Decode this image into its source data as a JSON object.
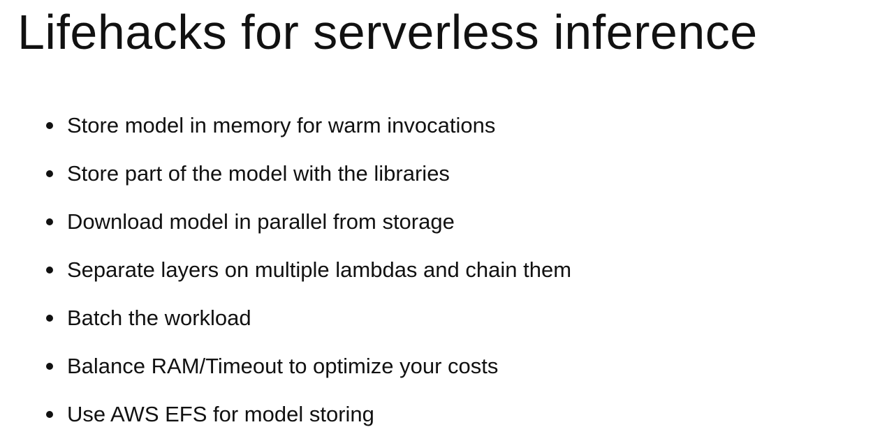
{
  "slide": {
    "title": "Lifehacks for serverless inference",
    "bullets": [
      "Store model in memory for warm invocations",
      "Store part of the model with the libraries",
      "Download model in parallel from storage",
      "Separate layers on multiple lambdas and chain them",
      "Batch the workload",
      "Balance RAM/Timeout to optimize your costs",
      "Use AWS EFS for model storing"
    ]
  }
}
